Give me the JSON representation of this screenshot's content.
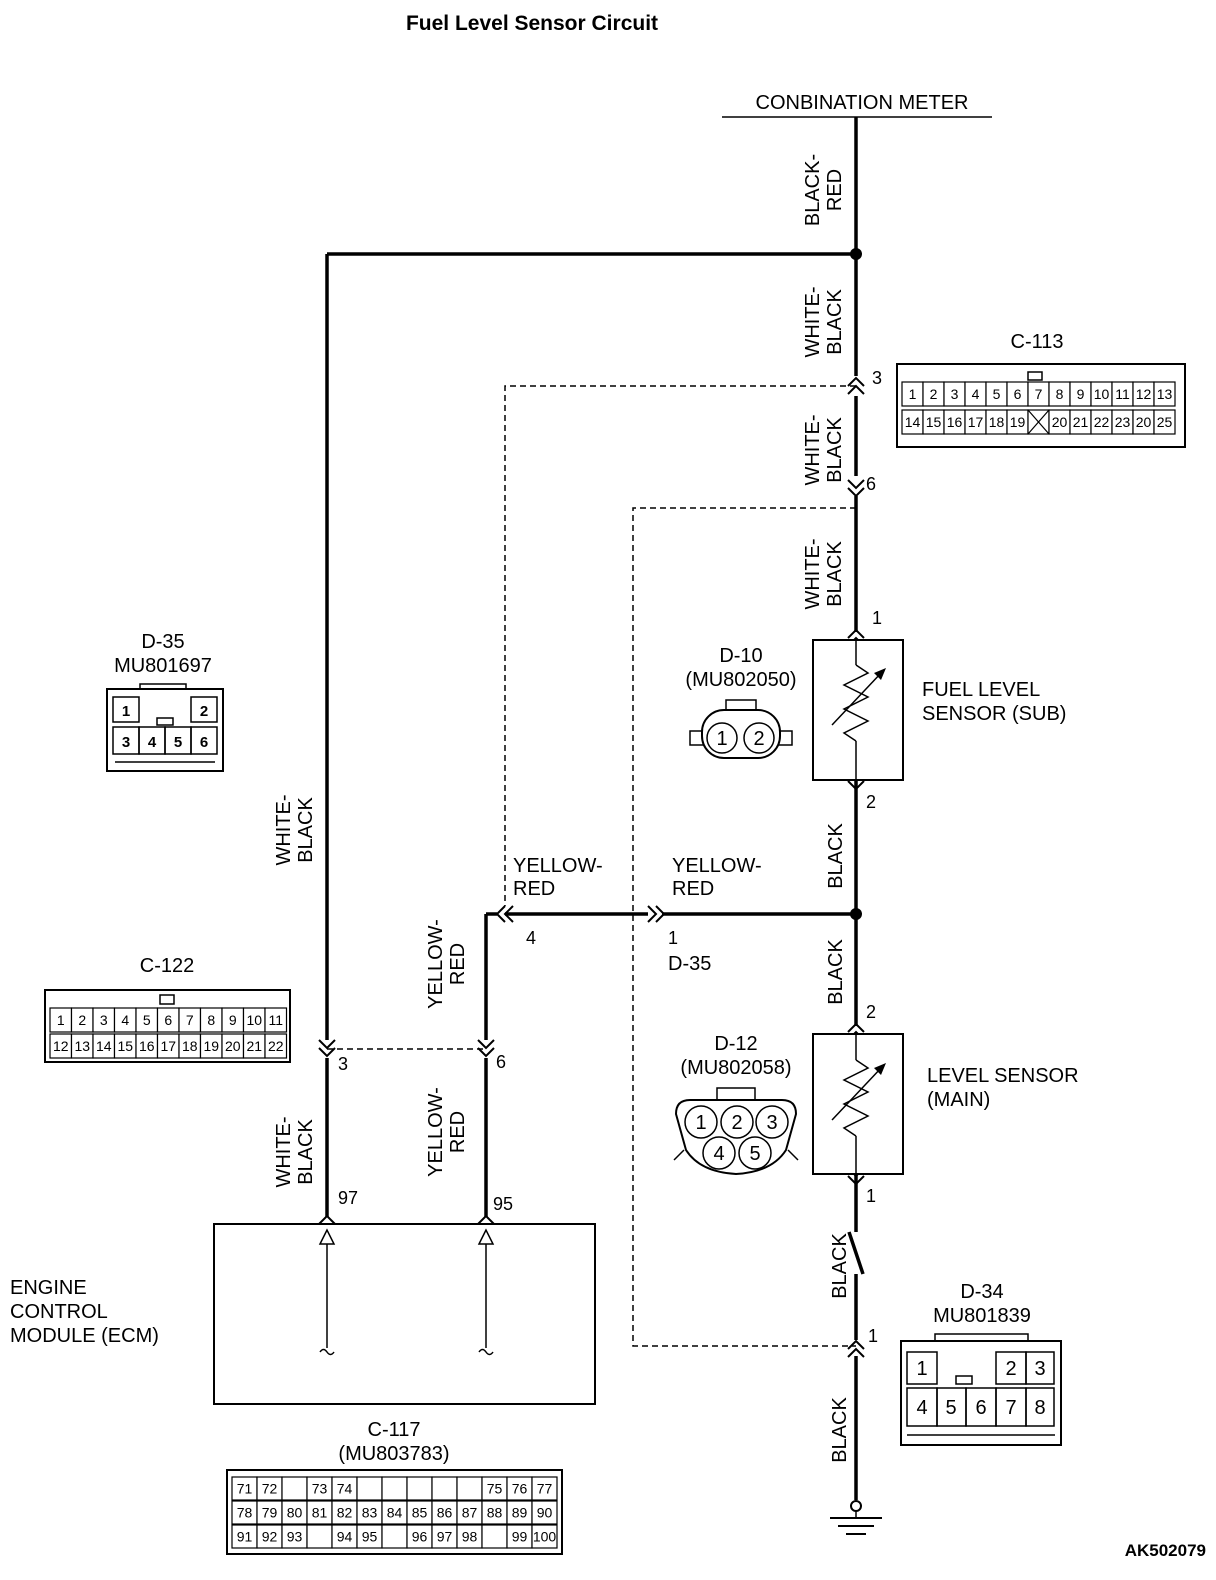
{
  "title": "Fuel Level Sensor Circuit",
  "figure_code": "AK502079",
  "components": {
    "meter": "CONBINATION METER",
    "ecm": [
      "ENGINE",
      "CONTROL",
      "MODULE (ECM)"
    ],
    "fuel_sub": [
      "FUEL LEVEL",
      "SENSOR (SUB)"
    ],
    "level_main": [
      "LEVEL SENSOR",
      "(MAIN)"
    ]
  },
  "wire_labels": {
    "black_red": [
      "BLACK-",
      "RED"
    ],
    "white_black": [
      "WHITE-",
      "BLACK"
    ],
    "yellow_red": [
      "YELLOW-",
      "RED"
    ],
    "black": "BLACK"
  },
  "pins": {
    "c113_top": "3",
    "c113_bottom": "6",
    "sub_top": "1",
    "sub_bottom": "2",
    "main_top": "2",
    "main_bottom": "1",
    "d34": "1",
    "d35_left": "4",
    "d35_right": "1",
    "c122_left": "3",
    "c122_right": "6",
    "ecm_left": "97",
    "ecm_right": "95"
  },
  "junction_label": "D-35",
  "connectors": {
    "c113": {
      "name": "C-113",
      "row1": [
        "1",
        "2",
        "3",
        "4",
        "5",
        "6",
        "7",
        "8",
        "9",
        "10",
        "11",
        "12",
        "13"
      ],
      "row2": [
        "14",
        "15",
        "16",
        "17",
        "18",
        "19",
        "",
        "20",
        "21",
        "22",
        "23",
        "20",
        "25"
      ]
    },
    "d35": {
      "name": "D-35",
      "part": "MU801697",
      "row1": [
        "1",
        "2"
      ],
      "row2": [
        "3",
        "4",
        "5",
        "6"
      ]
    },
    "d10": {
      "name": "D-10",
      "part": "(MU802050)",
      "pins": [
        "1",
        "2"
      ]
    },
    "d12": {
      "name": "D-12",
      "part": "(MU802058)",
      "row1": [
        "1",
        "2",
        "3"
      ],
      "row2": [
        "4",
        "5"
      ]
    },
    "c122": {
      "name": "C-122",
      "row1": [
        "1",
        "2",
        "3",
        "4",
        "5",
        "6",
        "7",
        "8",
        "9",
        "10",
        "11"
      ],
      "row2": [
        "12",
        "13",
        "14",
        "15",
        "16",
        "17",
        "18",
        "19",
        "20",
        "21",
        "22"
      ]
    },
    "d34": {
      "name": "D-34",
      "part": "MU801839",
      "row1": [
        "1",
        "2",
        "3"
      ],
      "row2": [
        "4",
        "5",
        "6",
        "7",
        "8"
      ]
    },
    "c117": {
      "name": "C-117",
      "part": "(MU803783)",
      "row1": [
        "71",
        "72",
        "",
        "73",
        "74",
        "",
        "",
        "",
        "",
        "",
        "75",
        "76",
        "77"
      ],
      "row2": [
        "78",
        "79",
        "80",
        "81",
        "82",
        "83",
        "84",
        "85",
        "86",
        "87",
        "88",
        "89",
        "90"
      ],
      "row3": [
        "91",
        "92",
        "93",
        "",
        "94",
        "95",
        "",
        "96",
        "97",
        "98",
        "",
        "99",
        "100"
      ]
    }
  }
}
